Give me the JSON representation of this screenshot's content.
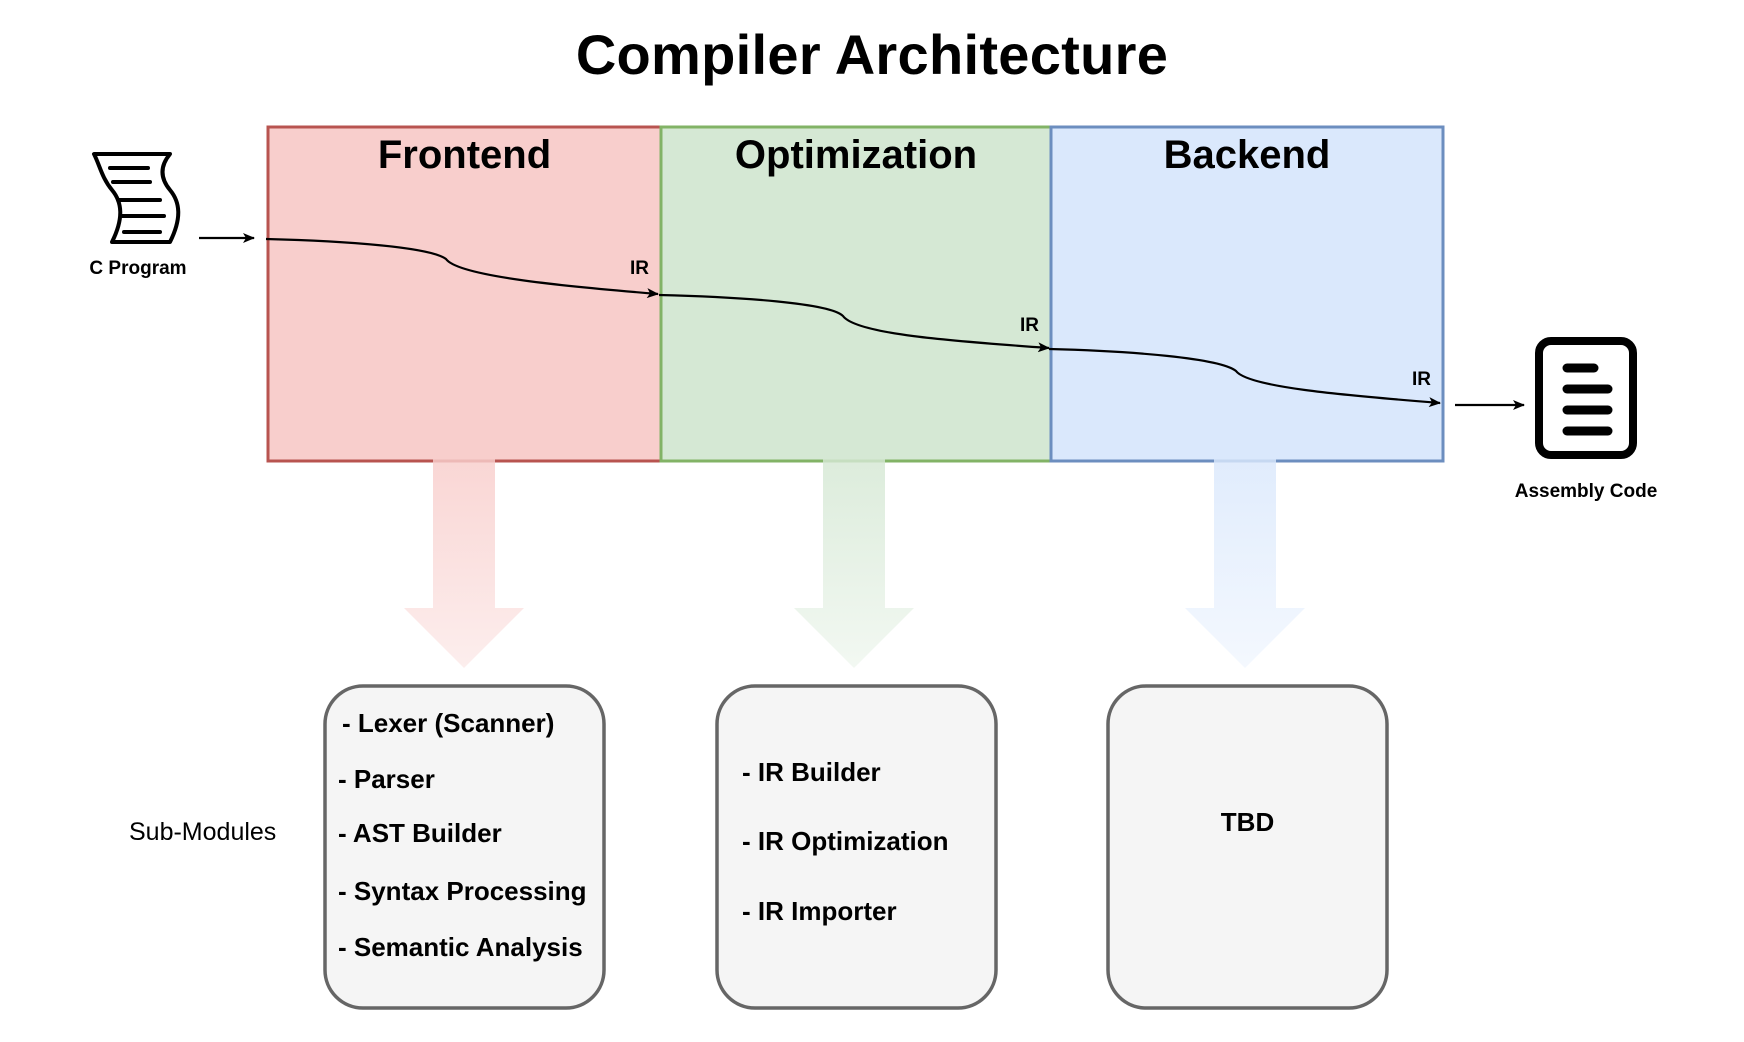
{
  "title": "Compiler Architecture",
  "input": {
    "label": "C Program",
    "icon": "scroll-document-icon"
  },
  "output": {
    "label": "Assembly Code",
    "icon": "document-icon"
  },
  "stages": [
    {
      "name": "Frontend",
      "color_fill": "#f8cecc",
      "color_border": "#b85450",
      "output_label": "IR"
    },
    {
      "name": "Optimization",
      "color_fill": "#d5e8d4",
      "color_border": "#82b366",
      "output_label": "IR"
    },
    {
      "name": "Backend",
      "color_fill": "#dae8fc",
      "color_border": "#6c8ebf",
      "output_label": "IR"
    }
  ],
  "submodules_label": "Sub-Modules",
  "submodules": {
    "frontend": [
      "- Lexer (Scanner)",
      "- Parser",
      "- AST Builder",
      "- Syntax Processing",
      "- Semantic Analysis"
    ],
    "optimization": [
      "- IR Builder",
      "- IR Optimization",
      "- IR Importer"
    ],
    "backend": "TBD"
  },
  "colors": {
    "box_fill": "#f5f5f5",
    "box_border": "#666666"
  }
}
